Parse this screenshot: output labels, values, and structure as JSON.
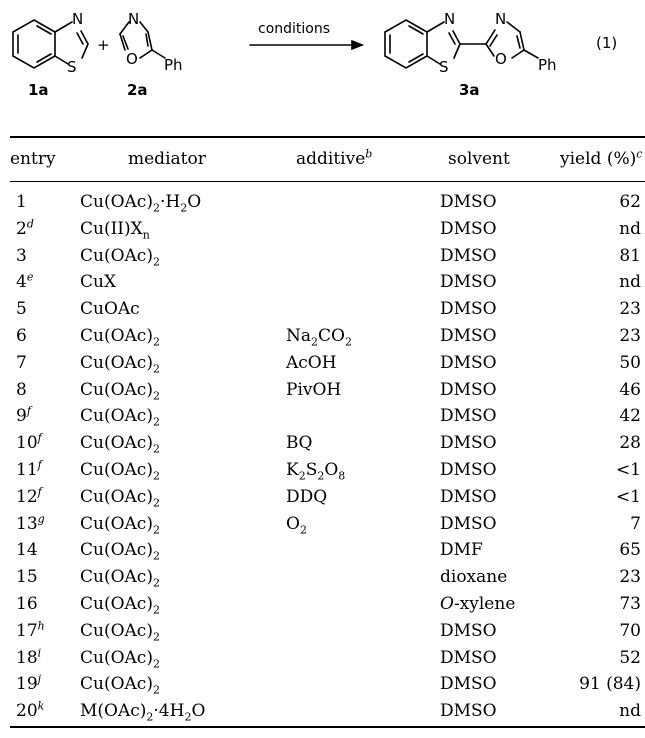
{
  "scheme": {
    "reactant1_label": "1a",
    "reactant2_label": "2a",
    "product_label": "3a",
    "plus": "+",
    "arrow_label": "conditions",
    "equation_number": "(1)",
    "atoms": {
      "N": "N",
      "S": "S",
      "O": "O",
      "Ph": "Ph"
    }
  },
  "table": {
    "headers": {
      "entry": "entry",
      "mediator": "mediator",
      "additive": "additive",
      "additive_note": "b",
      "solvent": "solvent",
      "yield": "yield (%)",
      "yield_note": "c"
    },
    "rows": [
      {
        "entry": "1",
        "note": "",
        "mediator": "Cu(OAc)<sub>2</sub>·H<sub>2</sub>O",
        "additive": "",
        "solvent": "DMSO",
        "yield": "62"
      },
      {
        "entry": "2",
        "note": "d",
        "mediator": "Cu(II)X<sub>n</sub>",
        "additive": "",
        "solvent": "DMSO",
        "yield": "nd"
      },
      {
        "entry": "3",
        "note": "",
        "mediator": "Cu(OAc)<sub>2</sub>",
        "additive": "",
        "solvent": "DMSO",
        "yield": "81"
      },
      {
        "entry": "4",
        "note": "e",
        "mediator": "CuX",
        "additive": "",
        "solvent": "DMSO",
        "yield": "nd"
      },
      {
        "entry": "5",
        "note": "",
        "mediator": "CuOAc",
        "additive": "",
        "solvent": "DMSO",
        "yield": "23"
      },
      {
        "entry": "6",
        "note": "",
        "mediator": "Cu(OAc)<sub>2</sub>",
        "additive": "Na<sub>2</sub>CO<sub>2</sub>",
        "solvent": "DMSO",
        "yield": "23"
      },
      {
        "entry": "7",
        "note": "",
        "mediator": "Cu(OAc)<sub>2</sub>",
        "additive": "AcOH",
        "solvent": "DMSO",
        "yield": "50"
      },
      {
        "entry": "8",
        "note": "",
        "mediator": "Cu(OAc)<sub>2</sub>",
        "additive": "PivOH",
        "solvent": "DMSO",
        "yield": "46"
      },
      {
        "entry": "9",
        "note": "f",
        "mediator": "Cu(OAc)<sub>2</sub>",
        "additive": "",
        "solvent": "DMSO",
        "yield": "42"
      },
      {
        "entry": "10",
        "note": "f",
        "mediator": "Cu(OAc)<sub>2</sub>",
        "additive": "BQ",
        "solvent": "DMSO",
        "yield": "28"
      },
      {
        "entry": "11",
        "note": "f",
        "mediator": "Cu(OAc)<sub>2</sub>",
        "additive": "K<sub>2</sub>S<sub>2</sub>O<sub>8</sub>",
        "solvent": "DMSO",
        "yield": "<1"
      },
      {
        "entry": "12",
        "note": "f",
        "mediator": "Cu(OAc)<sub>2</sub>",
        "additive": "DDQ",
        "solvent": "DMSO",
        "yield": "<1"
      },
      {
        "entry": "13",
        "note": "g",
        "mediator": "Cu(OAc)<sub>2</sub>",
        "additive": "O<sub>2</sub>",
        "solvent": "DMSO",
        "yield": "7"
      },
      {
        "entry": "14",
        "note": "",
        "mediator": "Cu(OAc)<sub>2</sub>",
        "additive": "",
        "solvent": "DMF",
        "yield": "65"
      },
      {
        "entry": "15",
        "note": "",
        "mediator": "Cu(OAc)<sub>2</sub>",
        "additive": "",
        "solvent": "dioxane",
        "yield": "23"
      },
      {
        "entry": "16",
        "note": "",
        "mediator": "Cu(OAc)<sub>2</sub>",
        "additive": "",
        "solvent": "<span class=\"it\">O</span>-xylene",
        "yield": "73"
      },
      {
        "entry": "17",
        "note": "h",
        "mediator": "Cu(OAc)<sub>2</sub>",
        "additive": "",
        "solvent": "DMSO",
        "yield": "70"
      },
      {
        "entry": "18",
        "note": "i",
        "mediator": "Cu(OAc)<sub>2</sub>",
        "additive": "",
        "solvent": "DMSO",
        "yield": "52"
      },
      {
        "entry": "19",
        "note": "j",
        "mediator": "Cu(OAc)<sub>2</sub>",
        "additive": "",
        "solvent": "DMSO",
        "yield": "91 (84)"
      },
      {
        "entry": "20",
        "note": "k",
        "mediator": "M(OAc)<sub>2</sub>·4H<sub>2</sub>O",
        "additive": "",
        "solvent": "DMSO",
        "yield": "nd"
      }
    ]
  }
}
